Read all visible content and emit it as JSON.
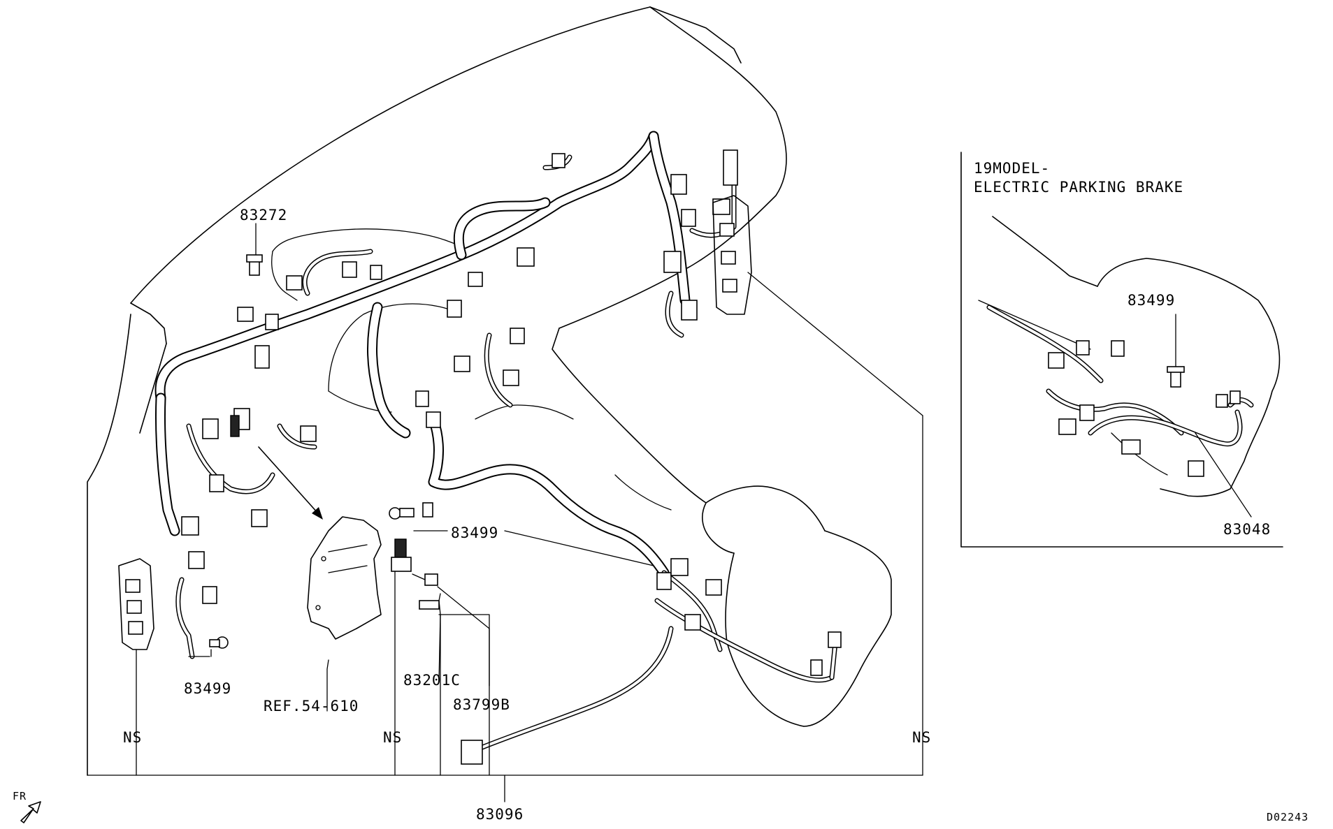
{
  "callouts": {
    "p83272": "83272",
    "p83499_left": "83499",
    "p83499_mid": "83499",
    "p83499_inset": "83499",
    "p83201C": "83201C",
    "p83799B": "83799B",
    "p83096": "83096",
    "p83048": "83048",
    "ref": "REF.54-610",
    "ns1": "NS",
    "ns2": "NS",
    "ns3": "NS"
  },
  "inset": {
    "title_line1": "19MODEL-",
    "title_line2": "ELECTRIC PARKING BRAKE"
  },
  "front_indicator": "FR",
  "diagram_code": "D02243"
}
